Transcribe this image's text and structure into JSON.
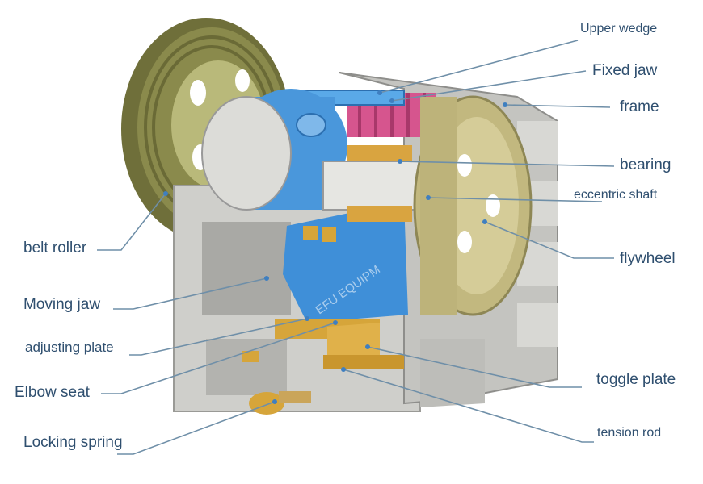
{
  "labels": {
    "upper_wedge": "Upper wedge",
    "fixed_jaw": "Fixed jaw",
    "frame": "frame",
    "bearing": "bearing",
    "eccentric_shaft": "eccentric  shaft",
    "flywheel": "flywheel",
    "belt_roller": "belt roller",
    "moving_jaw": "Moving jaw",
    "adjusting_plate": "adjusting plate",
    "elbow_seat": "Elbow seat",
    "toggle_plate": "toggle plate",
    "locking_spring": "Locking spring",
    "tension_rod": "tension  rod"
  },
  "watermark": "EFU EQUIPM",
  "colors": {
    "label_text": "#2f4f6f",
    "leader_line": "#6f8fa8",
    "frame_gray": "#c9c9c6",
    "frame_dark": "#8e8e8b",
    "pulley_olive": "#7d7d44",
    "flywheel_khaki": "#c9c08b",
    "jaw_blue": "#3f8fd8",
    "brass": "#d6a53a",
    "pink": "#d6558e"
  }
}
